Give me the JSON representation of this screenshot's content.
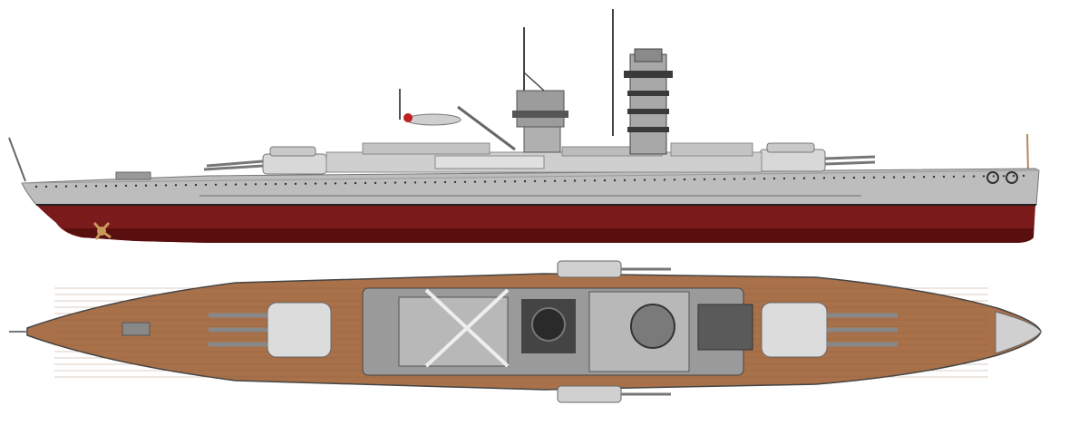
{
  "colors": {
    "background": "#ffffff",
    "hull_grey": "#b9b9b9",
    "hull_grey_light": "#d4d4d4",
    "hull_grey_dark": "#8c8c8c",
    "hull_red": "#7a1a1a",
    "hull_red_dark": "#5a0f0f",
    "deck_wood": "#a8714a",
    "deck_wood_dark": "#8a5a38",
    "deck_edge": "#555555",
    "turret_light": "#dcdcdc",
    "turret_mid": "#b0b0b0",
    "superstructure_dark": "#3a3a3a",
    "porthole": "#333333",
    "mast_dark": "#444444",
    "propeller": "#c89a5a"
  },
  "profile_view": {
    "main_turrets": [
      "forward-turret",
      "aft-turret"
    ],
    "masts": [
      "fore-mast",
      "main-mast"
    ]
  },
  "plan_view": {
    "main_turrets": [
      "forward-turret",
      "aft-turret"
    ]
  }
}
